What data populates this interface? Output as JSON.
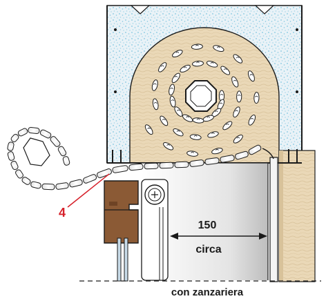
{
  "callout": {
    "number": "4",
    "color": "#d6202a"
  },
  "dimension": {
    "value": "150",
    "qualifier": "circa"
  },
  "caption": "con zanzariera",
  "colors": {
    "insulation": "#e9f2f7",
    "insulation_dots": "#7fc6e0",
    "wood": "#ead8b7",
    "wood_grain": "#d8c29a",
    "frame_wood": "#8b5a35",
    "slat_fill": "#ffffff",
    "outline": "#1a1a1a",
    "guide_gray": "#cfcfcf"
  },
  "icons": [
    "shutter-roll",
    "octagonal-axle",
    "screen-roller-cap"
  ]
}
